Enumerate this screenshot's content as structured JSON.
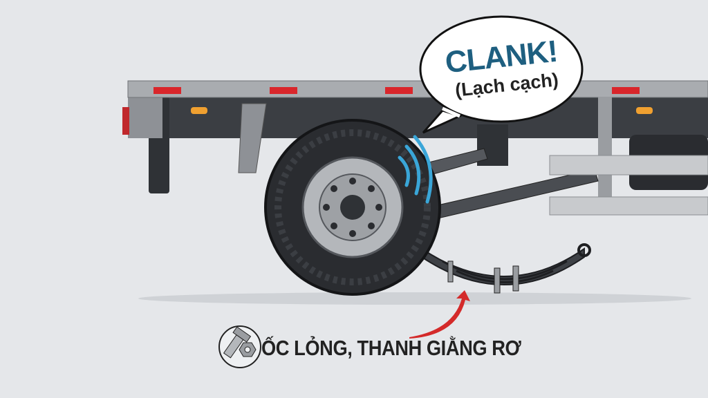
{
  "speech_bubble": {
    "sound": "CLANK!",
    "translation": "(Lạch cạch)"
  },
  "caption": {
    "text": "ỐC LỎNG, THANH GIẰNG RƠ",
    "icon": "bolt-nut-icon"
  },
  "colors": {
    "background": "#e5e7ea",
    "frame": "#3b3e43",
    "rail": "#a9acb0",
    "reflector": "#d9262b",
    "sound_text": "#1e5f80",
    "arrow": "#d42a2a",
    "sound_wave": "#3aa6d8"
  }
}
